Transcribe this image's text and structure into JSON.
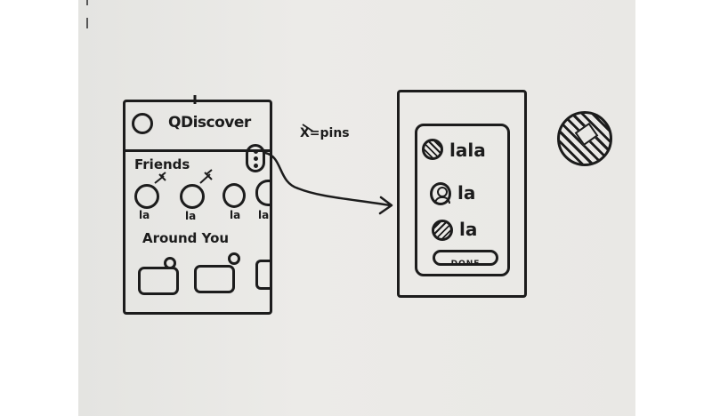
{
  "phone_left": {
    "search_label": "QDiscover",
    "friends_heading": "Friends",
    "friends": [
      {
        "label": "la"
      },
      {
        "label": "la"
      },
      {
        "label": "la"
      },
      {
        "label": "la"
      }
    ],
    "around_heading": "Around You"
  },
  "annotation": {
    "text": "X=pins"
  },
  "popup": {
    "items": [
      {
        "label": "lala",
        "icon": "pin-icon"
      },
      {
        "label": "la",
        "icon": "person-icon"
      },
      {
        "label": "la",
        "icon": "pin-icon"
      }
    ],
    "done_label": "DONE"
  },
  "legend_icon": "hatched-pin-icon",
  "colors": {
    "ink": "#1c1c1c",
    "paper": "#e9e8e5"
  }
}
